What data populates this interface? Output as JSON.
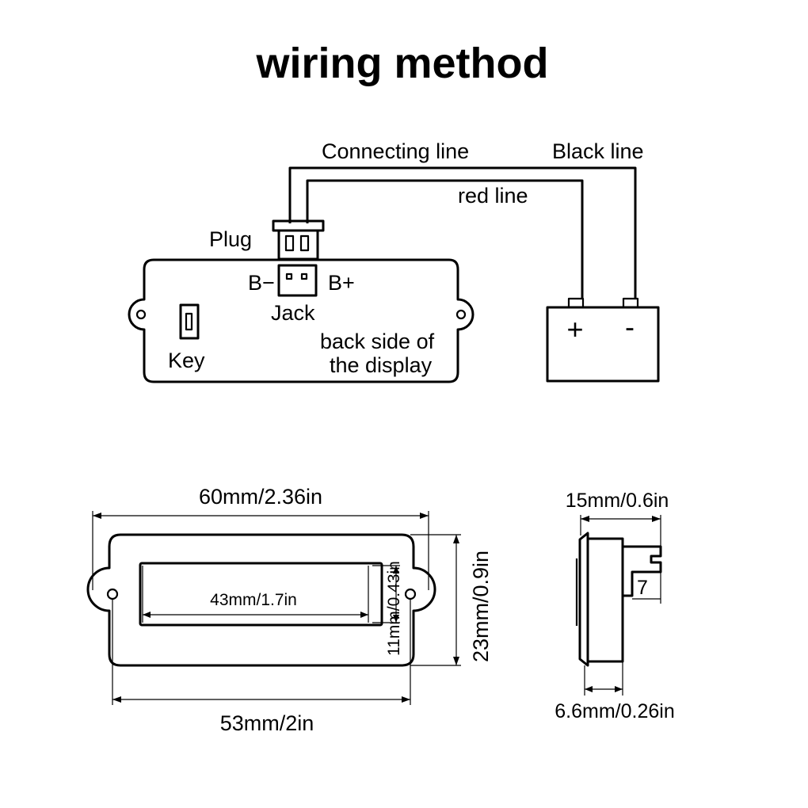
{
  "title": "wiring method",
  "wiring": {
    "connecting_line": "Connecting line",
    "black_line": "Black line",
    "red_line": "red line",
    "plug": "Plug",
    "b_minus": "B−",
    "b_plus": "B+",
    "jack": "Jack",
    "key": "Key",
    "back_side_1": "back side of",
    "back_side_2": "the display",
    "battery_plus": "+",
    "battery_minus": "-"
  },
  "dimensions": {
    "overall_width": "60mm/2.36in",
    "hole_spacing": "53mm/2in",
    "screen_width": "43mm/1.7in",
    "screen_height": "11mm/0.43in",
    "overall_height": "23mm/0.9in",
    "depth": "15mm/0.6in",
    "bezel_depth": "6.6mm/0.26in",
    "plug_depth": "7"
  }
}
